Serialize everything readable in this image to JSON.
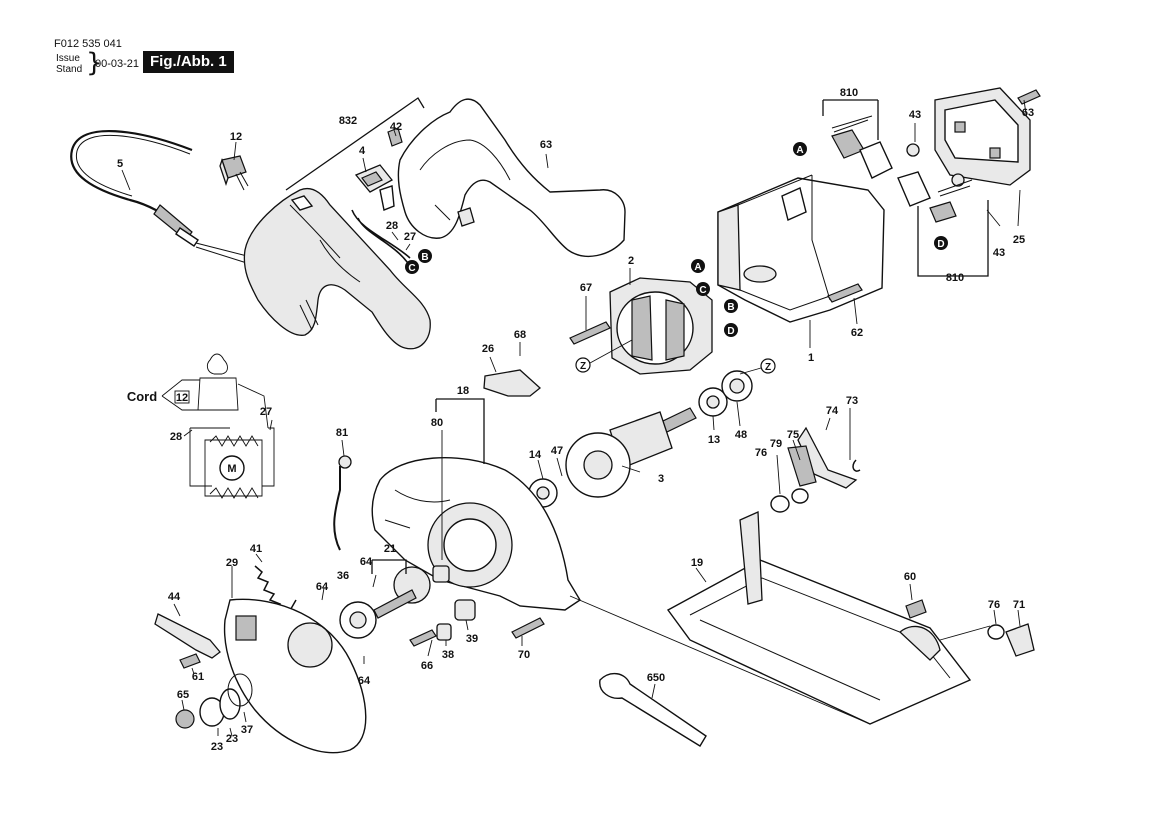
{
  "header": {
    "doc_code": "F012 535 041",
    "issue_label": "Issue",
    "stand_label": "Stand",
    "date": "00-03-21",
    "figure_label": "Fig./Abb. 1"
  },
  "callouts": {
    "p832": "832",
    "p42": "42",
    "p12": "12",
    "p5": "5",
    "p4": "4",
    "p28a": "28",
    "p27a": "27",
    "p63a": "63",
    "p810a": "810",
    "p43a": "43",
    "p63b": "63",
    "p43b": "43",
    "p25": "25",
    "p810b": "810",
    "p1": "1",
    "p62": "62",
    "p2": "2",
    "p67": "67",
    "p68": "68",
    "p26": "26",
    "p18": "18",
    "p80": "80",
    "p14": "14",
    "p47": "47",
    "p3": "3",
    "p13": "13",
    "p48": "48",
    "p74": "74",
    "p73": "73",
    "p75": "75",
    "p79": "79",
    "p76a": "76",
    "p81": "81",
    "p21": "21",
    "p64a": "64",
    "p36": "36",
    "p64b": "64",
    "p66": "66",
    "p38": "38",
    "p39": "39",
    "p70": "70",
    "p41": "41",
    "p29": "29",
    "p44": "44",
    "p61": "61",
    "p65": "65",
    "p23a": "23",
    "p23b": "23",
    "p37": "37",
    "p19": "19",
    "p60": "60",
    "p76b": "76",
    "p71": "71",
    "p650": "650",
    "p12w": "12",
    "p28w": "28",
    "p27w": "27",
    "p64c": "64"
  },
  "circle_tags": [
    "A",
    "B",
    "C",
    "D",
    "Z"
  ],
  "wiring": {
    "cord_label": "Cord",
    "switch_label": "12",
    "motor_label": "M"
  }
}
